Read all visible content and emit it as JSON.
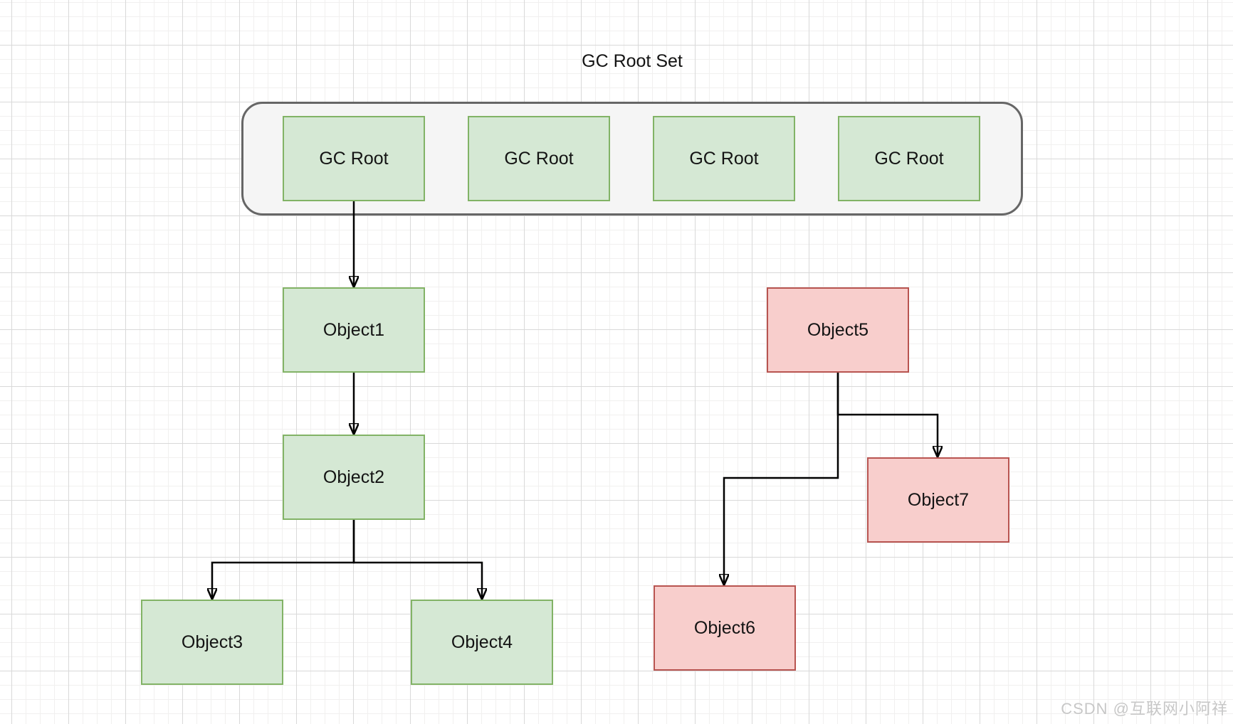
{
  "page": {
    "title": "GC Root Set",
    "watermark": "CSDN @互联网小阿祥"
  },
  "colors": {
    "reachable_fill": "#d5e8d4",
    "reachable_border": "#82b366",
    "unreachable_fill": "#f8cecc",
    "unreachable_border": "#b85450",
    "root_set_fill": "#f5f5f5",
    "root_set_border": "#666666",
    "connector": "#000000",
    "grid_major": "#d9d9d9",
    "grid_minor": "#f1f0ef"
  },
  "nodes": {
    "gc_roots": [
      {
        "label": "GC Root"
      },
      {
        "label": "GC Root"
      },
      {
        "label": "GC Root"
      },
      {
        "label": "GC Root"
      }
    ],
    "objects": [
      {
        "id": "object1",
        "label": "Object1",
        "state": "reachable"
      },
      {
        "id": "object2",
        "label": "Object2",
        "state": "reachable"
      },
      {
        "id": "object3",
        "label": "Object3",
        "state": "reachable"
      },
      {
        "id": "object4",
        "label": "Object4",
        "state": "reachable"
      },
      {
        "id": "object5",
        "label": "Object5",
        "state": "unreachable"
      },
      {
        "id": "object6",
        "label": "Object6",
        "state": "unreachable"
      },
      {
        "id": "object7",
        "label": "Object7",
        "state": "unreachable"
      }
    ]
  },
  "edges": [
    {
      "from": "gc-root-1",
      "to": "object1"
    },
    {
      "from": "object1",
      "to": "object2"
    },
    {
      "from": "object2",
      "to": "object3"
    },
    {
      "from": "object2",
      "to": "object4"
    },
    {
      "from": "object5",
      "to": "object7"
    },
    {
      "from": "object5",
      "to": "object6"
    }
  ]
}
